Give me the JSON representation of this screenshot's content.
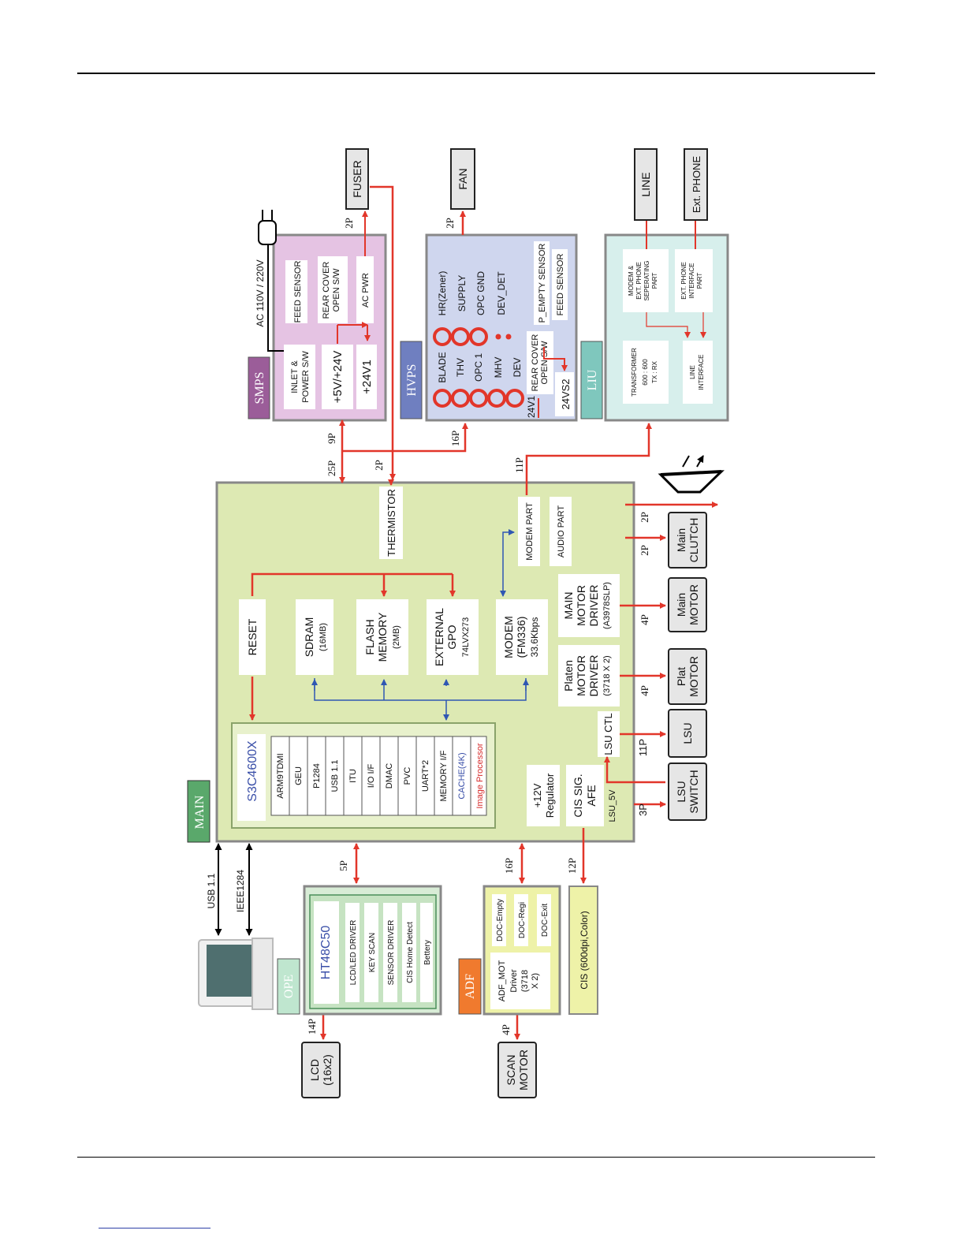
{
  "diagram": {
    "smps": {
      "tag": "SMPS",
      "ac_input": "AC 110V / 220V",
      "inlet": [
        "INLET &",
        "POWER S/W"
      ],
      "out_5v24v": "+5V/+24V",
      "out_24v1": "+24V1",
      "feed_sensor": "FEED SENSOR",
      "rear_cover": [
        "REAR COVER",
        "OPEN S/W"
      ],
      "ac_pwr": "AC PWR"
    },
    "fuser": "FUSER",
    "fan": "FAN",
    "line": "LINE",
    "ext_phone": "Ext. PHONE",
    "hvps": {
      "tag": "HVPS",
      "row1": [
        "BLADE",
        "THV",
        "OPC 1",
        "MHV",
        "DEV"
      ],
      "row2": [
        "HR(Zener)",
        "SUPPLY",
        "OPC GND",
        "DEV_DET"
      ],
      "p_empty": "P_EMPTY SENSOR",
      "feed_sensor": "FEED SENSOR",
      "rear_cover": [
        "REAR COVER",
        "OPEN S/W"
      ],
      "v24v1": "24V1",
      "v24vs2": "24VS2"
    },
    "liu": {
      "tag": "LIU",
      "modem_ext": [
        "MODEM &",
        "EXT. PHONE",
        "SEPERATING",
        "PART"
      ],
      "ext_iface": [
        "EXT. PHONE",
        "INTERFACE",
        "PART"
      ],
      "transformer": [
        "TRANSFORMER",
        "600 : 600",
        "TX : RX"
      ],
      "line_iface": [
        "LINE",
        "INTERFACE"
      ]
    },
    "main": {
      "tag": "MAIN",
      "thermistor": "THERMISTOR",
      "reset": "RESET",
      "sdram": [
        "SDRAM",
        "(16MB)"
      ],
      "flash": [
        "FLASH",
        "MEMORY",
        "(2MB)"
      ],
      "gpo": [
        "EXTERNAL",
        "GPO",
        "74LVX273"
      ],
      "modem": [
        "MODEM",
        "(FM336)",
        "33.6Kbps"
      ],
      "modem_part": "MODEM PART",
      "audio_part": "AUDIO PART",
      "main_motor_driver": [
        "MAIN",
        "MOTOR",
        "DRIVER",
        "(A3978SLP)"
      ],
      "platen_motor_driver": [
        "Platen",
        "MOTOR",
        "DRIVER",
        "(3718 X 2)"
      ],
      "lsu_ctl": "LSU CTL",
      "reg12v": [
        "+12V",
        "Regulator"
      ],
      "cis_afe": [
        "CIS SIG.",
        "AFE"
      ],
      "lsu_5v": "LSU_5V",
      "cpu": "S3C4600X",
      "cpu_blocks": [
        "ARM9TDMI",
        "GEU",
        "P1284",
        "USB 1.1",
        "ITU",
        "I/O I/F",
        "DMAC",
        "PVC",
        "UART*2",
        "MEMORY I/F",
        "CACHE(4K)",
        "Image Processor"
      ]
    },
    "ope": {
      "tag": "OPE",
      "chip": "HT48C50",
      "items": [
        "LCD/LED DRIVER",
        "KEY SCAN",
        "SENSOR DRIVER",
        "CIS Home Detect",
        "Bettery"
      ]
    },
    "adf": {
      "tag": "ADF",
      "mot": [
        "ADF_MOT",
        "Driver",
        "(3718",
        "X 2)"
      ],
      "sensors": [
        "DOC-Empty",
        "DOC-Regi",
        "DOC-Exit"
      ]
    },
    "cis": "CIS (600dpi,Color)",
    "lcd": [
      "LCD",
      "(16x2)"
    ],
    "scan_motor": [
      "SCAN",
      "MOTOR"
    ],
    "main_clutch": [
      "Main",
      "CLUTCH"
    ],
    "main_motor": [
      "Main",
      "MOTOR"
    ],
    "plat_motor": [
      "Plat",
      "MOTOR"
    ],
    "lsu": "LSU",
    "lsu_switch": [
      "LSU",
      "SWITCH"
    ],
    "pc_links": [
      "USB 1.1",
      "IEEE1284"
    ],
    "connectors": {
      "smps_25p": "25P",
      "smps_9p": "9P",
      "fuser_2p": "2P",
      "fuser_2p_b": "2P",
      "hvps_16p": "16P",
      "fan_2p": "2P",
      "liu_11p": "11P",
      "clutch_2p": "2P",
      "spk_2p": "2P",
      "motor_4p": "4P",
      "plat_4p": "4P",
      "lsu_11p": "11P",
      "lsu_sw_3p": "3P",
      "ope_5p": "5P",
      "adf_16p": "16P",
      "cis_12p": "12P",
      "lcd_14p": "14P",
      "scan_4p": "4P"
    },
    "colors": {
      "smps": "#e5c3e3",
      "hvps": "#cfd6ee",
      "liu": "#d7efec",
      "main": "#dde9b3",
      "cpu": "#e8f1cc",
      "ope": "#d8ecd6",
      "adf": "#eef2a8",
      "cis": "#eef2a8",
      "arrow_red": "#e2362a",
      "arrow_blue": "#2f57b3"
    }
  }
}
